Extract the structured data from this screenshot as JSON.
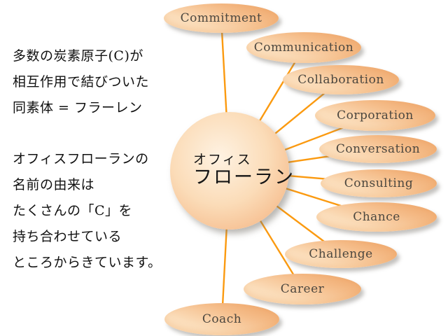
{
  "canvas": {
    "background": "#ffffff"
  },
  "palette": {
    "connector_line": "#fb9a10",
    "node_gradient_dark": "#eda162",
    "node_gradient_light": "#fdecd3",
    "circle_gradient_highlight": "#fef2e2",
    "circle_gradient_edge": "#f3ad79",
    "node_label_color": "#4c473f",
    "body_text_color": "#111111"
  },
  "intro": {
    "paragraph1": [
      "多数の炭素原子(C)が",
      "相互作用で結びついた",
      "同素体 = フラーレン"
    ],
    "paragraph2": [
      "オフィスフローランの",
      "名前の由来は",
      "たくさんの「C」を",
      "持ち合わせている",
      "ところからきています。"
    ]
  },
  "center_node": {
    "line1": "オフィス",
    "line2": "フローラン"
  },
  "nodes": [
    {
      "label": "Commitment"
    },
    {
      "label": "Communication"
    },
    {
      "label": "Collaboration"
    },
    {
      "label": "Corporation"
    },
    {
      "label": "Conversation"
    },
    {
      "label": "Consulting"
    },
    {
      "label": "Chance"
    },
    {
      "label": "Challenge"
    },
    {
      "label": "Career"
    },
    {
      "label": "Coach"
    }
  ]
}
